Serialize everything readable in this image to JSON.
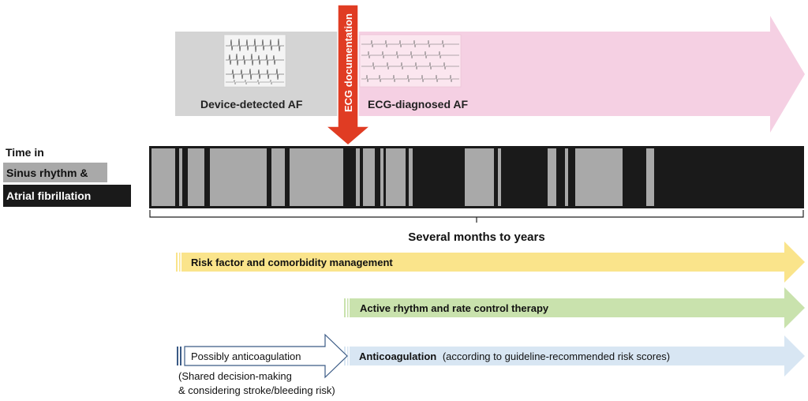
{
  "colors": {
    "device_band": "#d4d4d4",
    "ecg_band": "#f5d0e3",
    "ecg_arrow": "#e03c23",
    "timeline_dark": "#1a1a1a",
    "timeline_light": "#a9a9a9",
    "risk_arrow": "#fae48b",
    "rhythm_arrow": "#c9e2ad",
    "anticoag_arrow": "#d8e6f3",
    "possibly_arrow_border": "#3a5a85"
  },
  "top": {
    "device_label": "Device-detected AF",
    "ecg_label": "ECG-diagnosed AF",
    "ecg_doc_label": "ECG documentation"
  },
  "legend": {
    "line1": "Time in",
    "line2": "Sinus rhythm &",
    "line3": "Atrial fibrillation"
  },
  "timeline": {
    "duration_label": "Several months to years"
  },
  "arrows": {
    "risk": "Risk factor and comorbidity management",
    "rhythm": "Active rhythm and rate control therapy",
    "possibly": "Possibly anticoagulation",
    "anticoag_bold": "Anticoagulation",
    "anticoag_rest": "(according to guideline-recommended risk scores)"
  },
  "note": {
    "line1": "(Shared decision-making",
    "line2": "& considering stroke/bleeding risk)"
  }
}
